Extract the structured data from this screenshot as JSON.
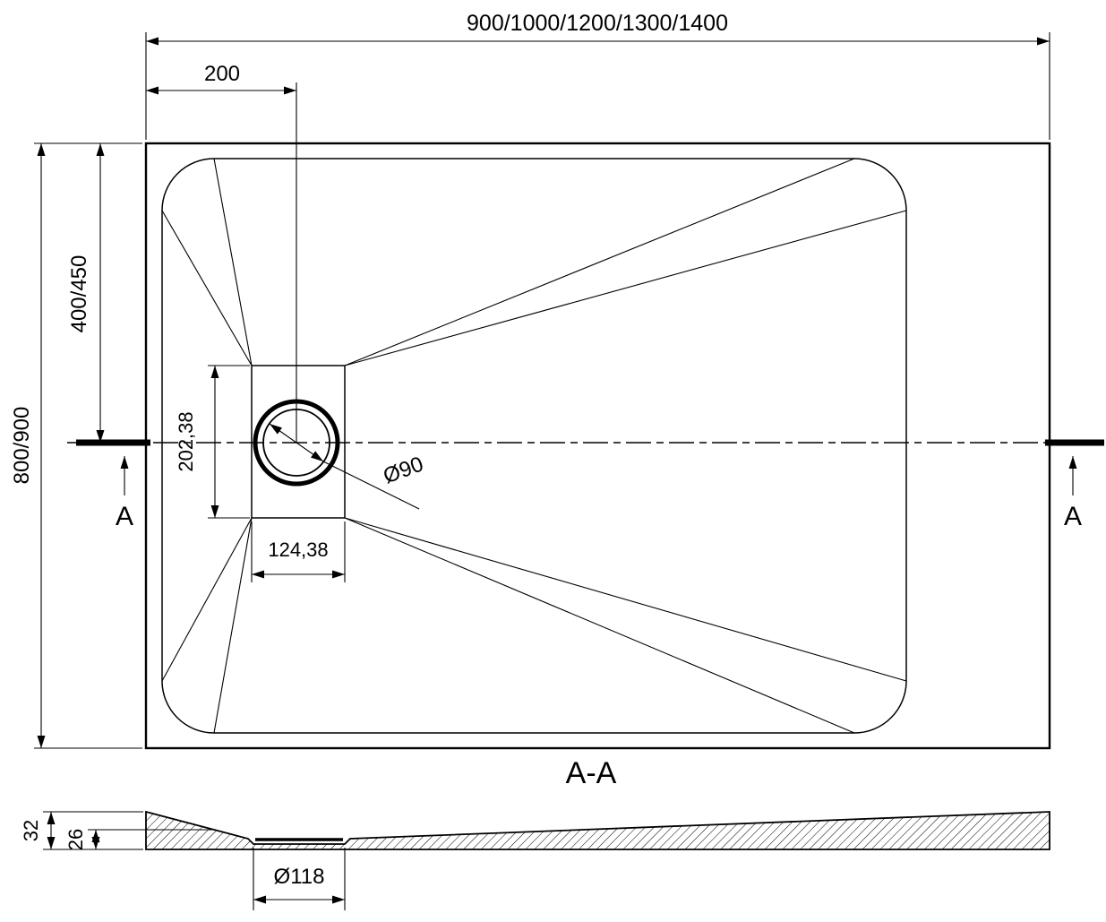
{
  "top_view": {
    "overall_width": "900/1000/1200/1300/1400",
    "drain_offset": "200",
    "overall_depth": "800/900",
    "center_offset": "400/450",
    "drain_cutout_height": "202,38",
    "drain_cutout_width": "124,38",
    "drain_diameter": "Ø90",
    "section_label_left": "A",
    "section_label_right": "A"
  },
  "section_view": {
    "title": "A-A",
    "edge_height": "32",
    "inner_height": "26",
    "drain_hole_diameter": "Ø118"
  },
  "colors": {
    "line": "#000000",
    "background": "#ffffff"
  }
}
